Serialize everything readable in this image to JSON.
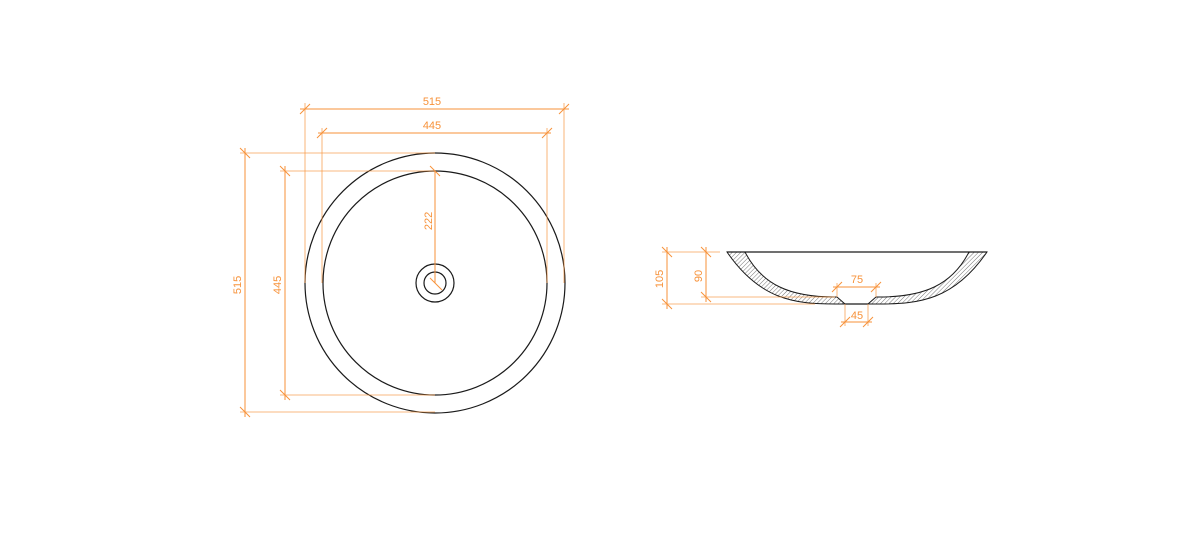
{
  "colors": {
    "dimension": "#f7923a",
    "outline": "#1a1a1a"
  },
  "top_view": {
    "outer_width": "515",
    "inner_width": "445",
    "outer_depth": "515",
    "inner_depth": "445",
    "inner_radius": "222"
  },
  "side_view": {
    "total_height": "105",
    "inner_depth": "90",
    "drain_top": "75",
    "drain_bottom": "45"
  }
}
